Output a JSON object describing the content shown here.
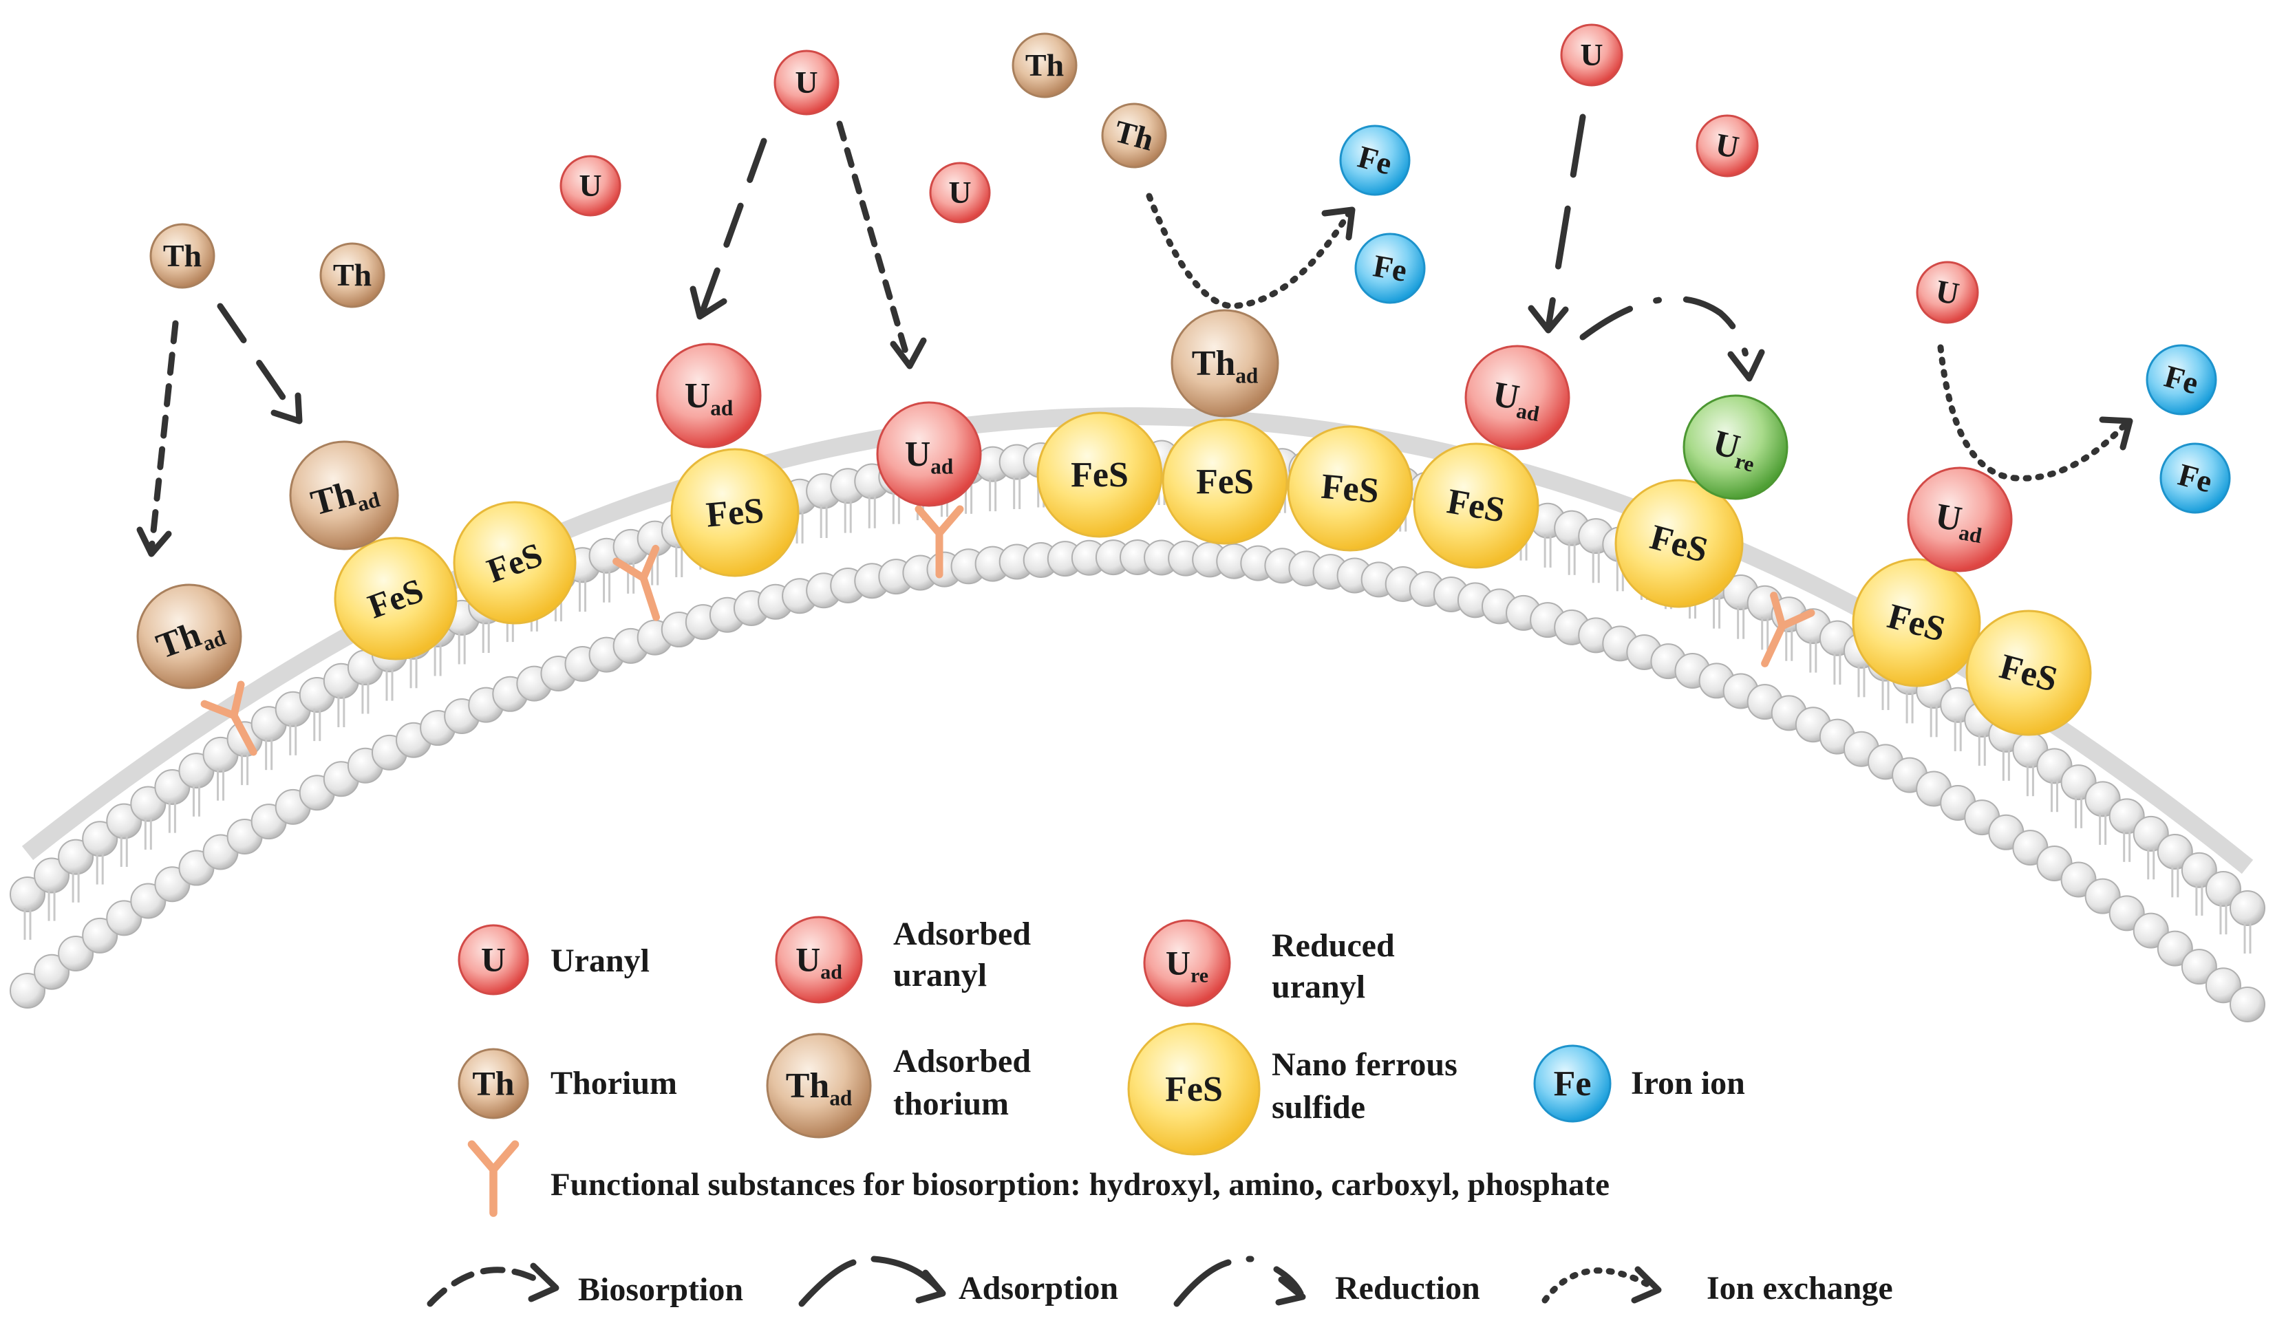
{
  "particles": {
    "u": "U",
    "th": "Th",
    "fe": "Fe",
    "fes": "FeS",
    "ad": "ad",
    "re": "re"
  },
  "legend": {
    "uranyl": "Uranyl",
    "adsorbed_uranyl_1": "Adsorbed",
    "adsorbed_uranyl_2": "uranyl",
    "reduced_uranyl_1": "Reduced",
    "reduced_uranyl_2": "uranyl",
    "thorium": "Thorium",
    "adsorbed_thorium_1": "Adsorbed",
    "adsorbed_thorium_2": "thorium",
    "fes_1": "Nano ferrous",
    "fes_2": "sulfide",
    "iron_ion": "Iron ion",
    "functional": "Functional substances for biosorption: hydroxyl, amino, carboxyl, phosphate",
    "biosorption": "Biosorption",
    "adsorption": "Adsorption",
    "reduction": "Reduction",
    "ion_exchange": "Ion exchange"
  },
  "colors": {
    "uranyl_center": "#fbd0cc",
    "uranyl_edge": "#e24a48",
    "thorium_center": "#f2dfcb",
    "thorium_edge": "#b98a63",
    "fes_center": "#fff3b0",
    "fes_edge": "#f5c63b",
    "iron_center": "#c9efff",
    "iron_edge": "#1fa3e0",
    "reduced_center": "#d7f0c5",
    "reduced_edge": "#58a83c",
    "receptor": "#f2a57a",
    "membrane": "#d9d9d9",
    "arrow": "#333333"
  }
}
